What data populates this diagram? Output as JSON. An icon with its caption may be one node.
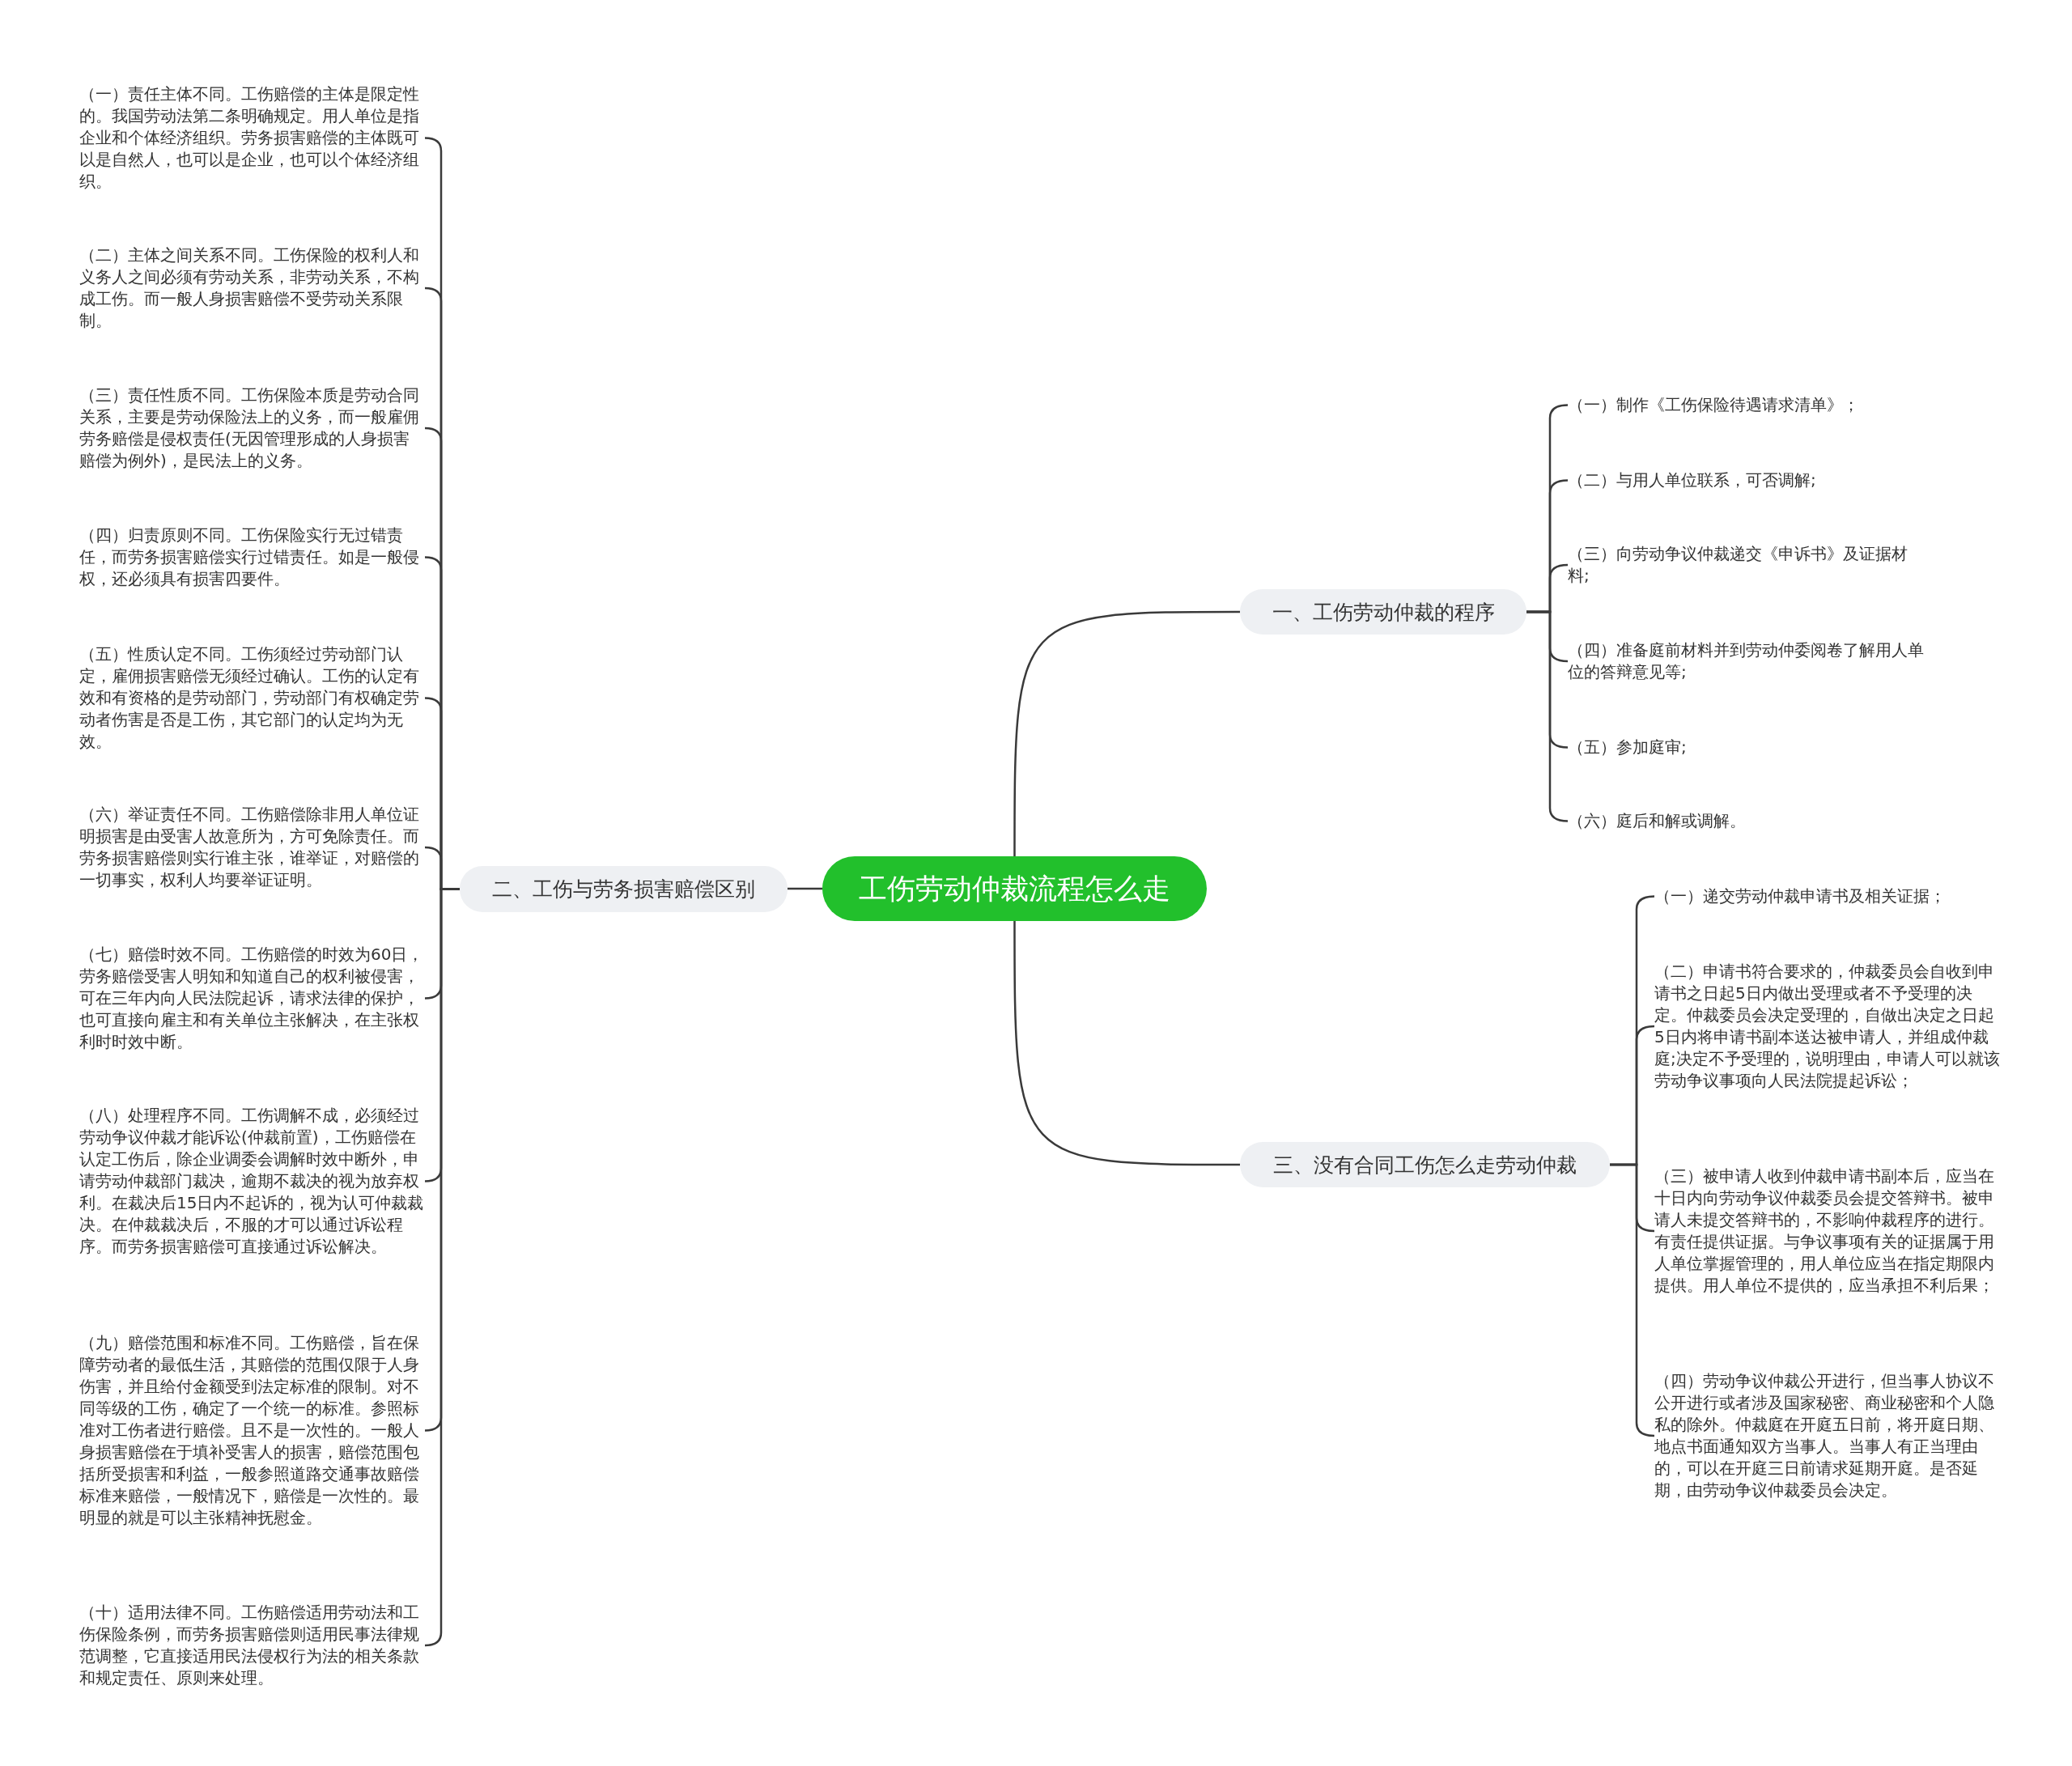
{
  "diagram": {
    "nodes": [
      {
        "text": [
          "工伤劳动仲裁流程怎么走"
        ]
      },
      {
        "text": [
          "一、工伤劳动仲裁的程序"
        ]
      },
      {
        "text": [
          "（一）制作《工伤保险待遇请求清单》；"
        ]
      },
      {
        "text": [
          "（二）与用人单位联系，可否调解;"
        ]
      },
      {
        "text": [
          "（三）向劳动争议仲裁递交《申诉书》及证据材料;"
        ]
      },
      {
        "text": [
          "（四）准备庭前材料并到劳动仲委阅卷了解用人单位的答辩意见等;"
        ]
      },
      {
        "text": [
          "（五）参加庭审;"
        ]
      },
      {
        "text": [
          "（六）庭后和解或调解。"
        ]
      },
      {
        "text": [
          "二、工伤与劳务损害赔偿区别"
        ]
      },
      {
        "text": [
          "（一）责任主体不同。工伤赔偿的主体是限定性的。我国劳动法第二条明确规定。用人单位是指企业和个体经济组织。劳务损害赔偿的主体既可以是自然人，也可以是企业，也可以个体经济组织。"
        ]
      },
      {
        "text": [
          "（二）主体之间关系不同。工伤保险的权利人和义务人之间必须有劳动关系，非劳动关系，不构成工伤。而一般人身损害赔偿不受劳动关系限制。"
        ]
      },
      {
        "text": [
          "（三）责任性质不同。工伤保险本质是劳动合同关系，主要是劳动保险法上的义务，而一般雇佣劳务赔偿是侵权责任(无因管理形成的人身损害赔偿为例外)，是民法上的义务。"
        ]
      },
      {
        "text": [
          "（四）归责原则不同。工伤保险实行无过错责任，而劳务损害赔偿实行过错责任。如是一般侵权，还必须具有损害四要件。"
        ]
      },
      {
        "text": [
          "（五）性质认定不同。工伤须经过劳动部门认定，雇佣损害赔偿无须经过确认。工伤的认定有效和有资格的是劳动部门，劳动部门有权确定劳动者伤害是否是工伤，其它部门的认定均为无效。"
        ]
      },
      {
        "text": [
          "（六）举证责任不同。工伤赔偿除非用人单位证明损害是由受害人故意所为，方可免除责任。而劳务损害赔偿则实行谁主张，谁举证，对赔偿的一切事实，权利人均要举证证明。"
        ]
      },
      {
        "text": [
          "（七）赔偿时效不同。工伤赔偿的时效为60日，劳务赔偿受害人明知和知道自己的权利被侵害，可在三年内向人民法院起诉，请求法律的保护，也可直接向雇主和有关单位主张解决，在主张权利时时效中断。"
        ]
      },
      {
        "text": [
          "（八）处理程序不同。工伤调解不成，必须经过劳动争议仲裁才能诉讼(仲裁前置)，工伤赔偿在认定工伤后，除企业调委会调解时效中断外，申请劳动仲裁部门裁决，逾期不裁决的视为放弃权利。在裁决后15日内不起诉的，视为认可仲裁裁决。在仲裁裁决后，不服的才可以通过诉讼程序。而劳务损害赔偿可直接通过诉讼解决。"
        ]
      },
      {
        "text": [
          "（九）赔偿范围和标准不同。工伤赔偿，旨在保障劳动者的最低生活，其赔偿的范围仅限于人身伤害，并且给付金额受到法定标准的限制。对不同等级的工伤，确定了一个统一的标准。参照标准对工伤者进行赔偿。且不是一次性的。一般人身损害赔偿在于填补受害人的损害，赔偿范围包括所受损害和利益，一般参照道路交通事故赔偿标准来赔偿，一般情况下，赔偿是一次性的。最明显的就是可以主张精神抚慰金。"
        ]
      },
      {
        "text": [
          "（十）适用法律不同。工伤赔偿适用劳动法和工伤保险条例，而劳务损害赔偿则适用民事法律规范调整，它直接适用民法侵权行为法的相关条款和规定责任、原则来处理。"
        ]
      },
      {
        "text": [
          "三、没有合同工伤怎么走劳动仲裁"
        ]
      },
      {
        "text": [
          "（一）递交劳动仲裁申请书及相关证据；"
        ]
      },
      {
        "text": [
          "（二）申请书符合要求的，仲裁委员会自收到申请书之日起5日内做出受理或者不予受理的决定。仲裁委员会决定受理的，自做出决定之日起5日内将申请书副本送达被申请人，并组成仲裁庭;决定不予受理的，说明理由，申请人可以就该劳动争议事项向人民法院提起诉讼；"
        ]
      },
      {
        "text": [
          "（三）被申请人收到仲裁申请书副本后，应当在十日内向劳动争议仲裁委员会提交答辩书。被申请人未提交答辩书的，不影响仲裁程序的进行。有责任提供证据。与争议事项有关的证据属于用人单位掌握管理的，用人单位应当在指定期限内提供。用人单位不提供的，应当承担不利后果；"
        ]
      },
      {
        "text": [
          "（四）劳动争议仲裁公开进行，但当事人协议不公开进行或者涉及国家秘密、商业秘密和个人隐私的除外。仲裁庭在开庭五日前，将开庭日期、地点书面通知双方当事人。当事人有正当理由的，可以在开庭三日前请求延期开庭。是否延期，由劳动争议仲裁委员会决定。"
        ]
      }
    ],
    "edges": [
      {
        "from": 0,
        "to": 1,
        "arrow": "none"
      },
      {
        "from": 1,
        "to": 2,
        "arrow": "none"
      },
      {
        "from": 1,
        "to": 3,
        "arrow": "none"
      },
      {
        "from": 1,
        "to": 4,
        "arrow": "none"
      },
      {
        "from": 1,
        "to": 5,
        "arrow": "none"
      },
      {
        "from": 1,
        "to": 6,
        "arrow": "none"
      },
      {
        "from": 1,
        "to": 7,
        "arrow": "none"
      },
      {
        "from": 0,
        "to": 8,
        "arrow": "none"
      },
      {
        "from": 8,
        "to": 9,
        "arrow": "none"
      },
      {
        "from": 8,
        "to": 10,
        "arrow": "none"
      },
      {
        "from": 8,
        "to": 11,
        "arrow": "none"
      },
      {
        "from": 8,
        "to": 12,
        "arrow": "none"
      },
      {
        "from": 8,
        "to": 13,
        "arrow": "none"
      },
      {
        "from": 8,
        "to": 14,
        "arrow": "none"
      },
      {
        "from": 8,
        "to": 15,
        "arrow": "none"
      },
      {
        "from": 8,
        "to": 16,
        "arrow": "none"
      },
      {
        "from": 8,
        "to": 17,
        "arrow": "none"
      },
      {
        "from": 8,
        "to": 18,
        "arrow": "none"
      },
      {
        "from": 0,
        "to": 19,
        "arrow": "none"
      },
      {
        "from": 19,
        "to": 20,
        "arrow": "none"
      },
      {
        "from": 19,
        "to": 21,
        "arrow": "none"
      },
      {
        "from": 19,
        "to": 22,
        "arrow": "none"
      },
      {
        "from": 19,
        "to": 23,
        "arrow": "none"
      }
    ]
  }
}
